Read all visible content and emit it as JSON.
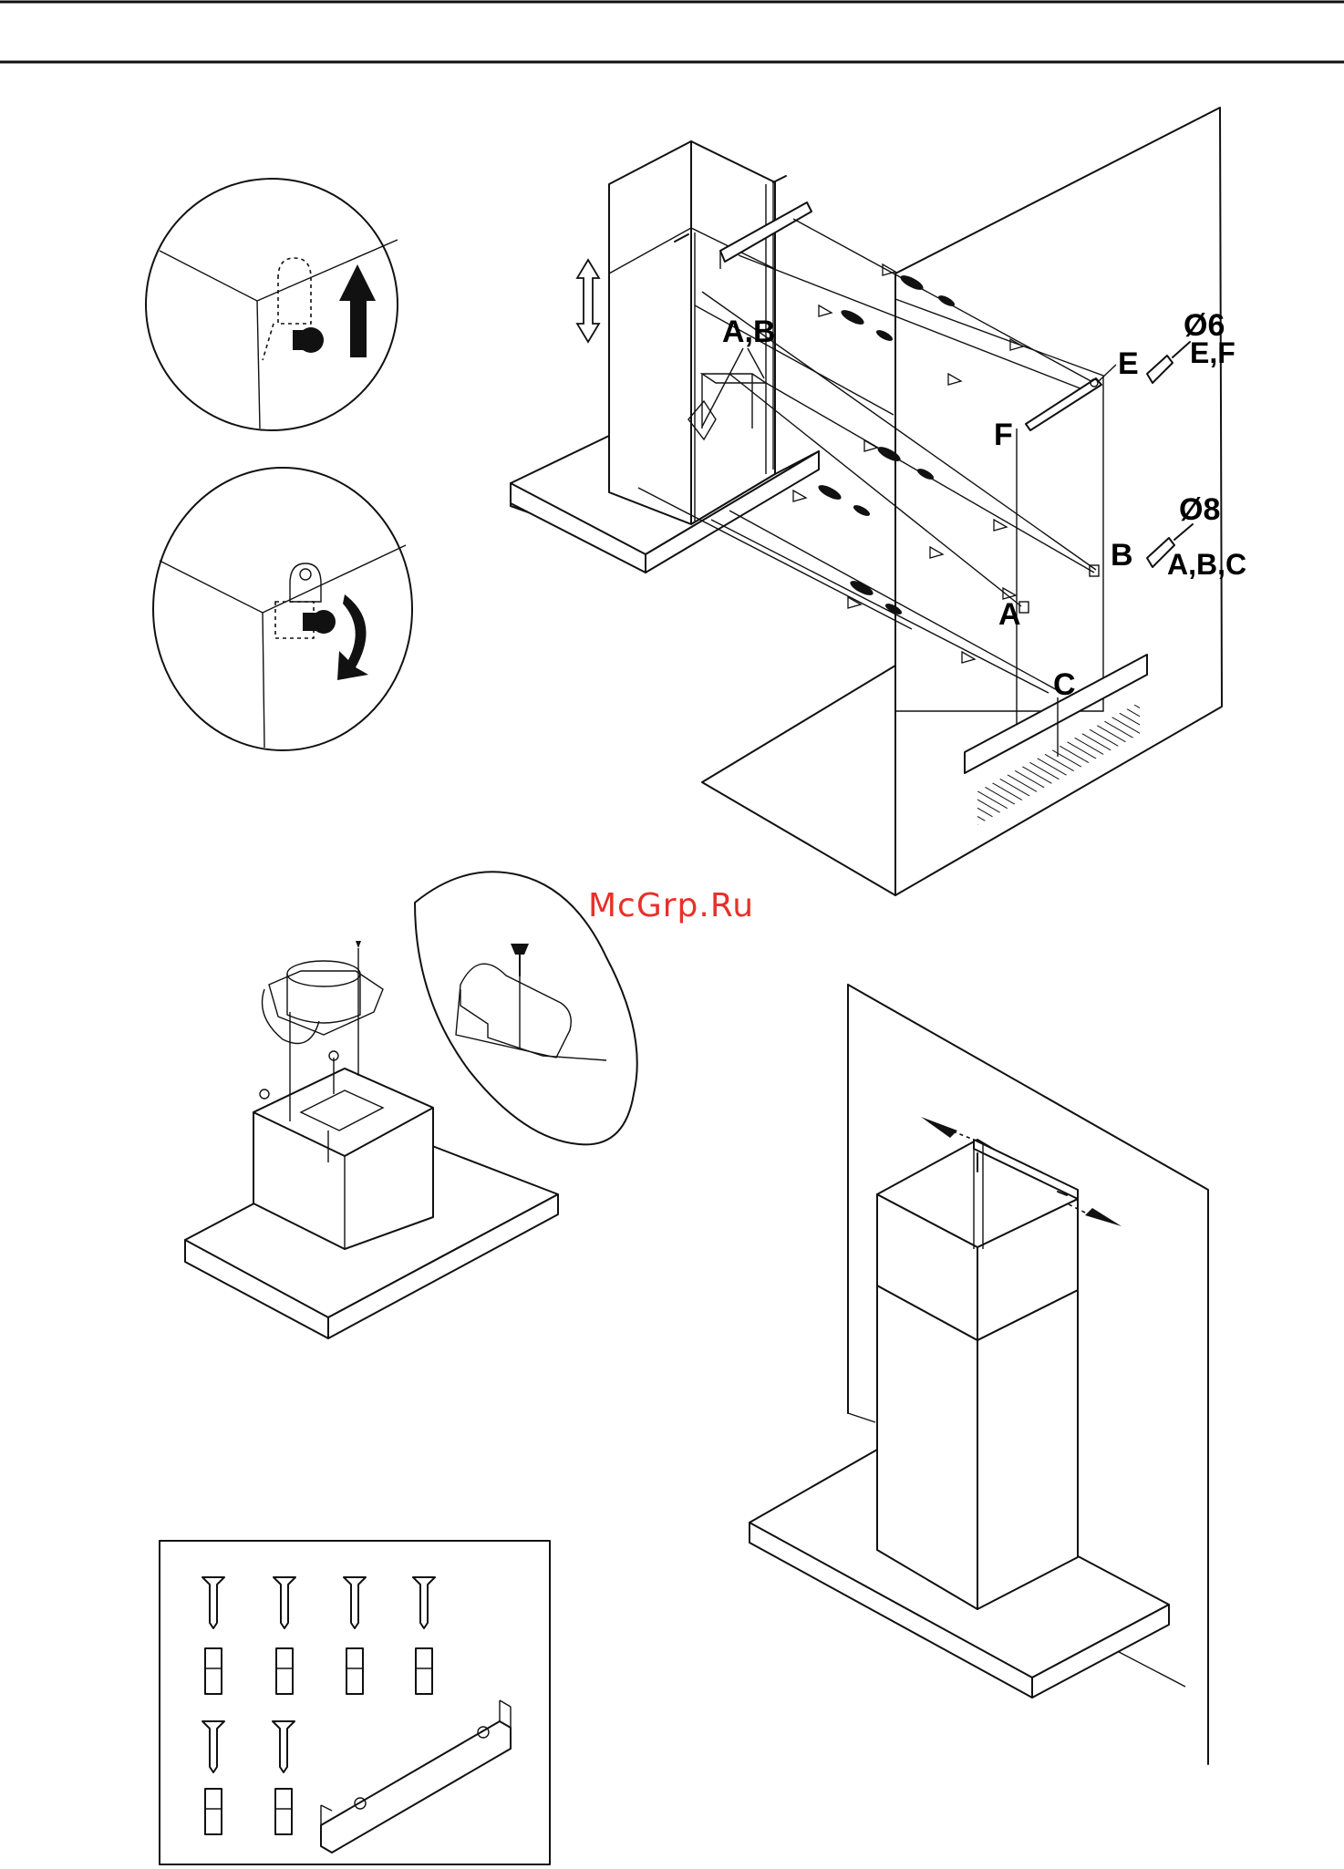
{
  "labels": {
    "ab_top": "A,B",
    "e": "E",
    "f": "F",
    "dia6": "Ø6",
    "ef": "E,F",
    "b": "B",
    "a": "A",
    "dia8": "Ø8",
    "abc": "A,B,C",
    "c": "C"
  },
  "watermark": "McGrp.Ru",
  "icons": [
    "arrow-up-icon",
    "rotate-arrow-icon",
    "screw-icon",
    "wall-plug-icon",
    "bracket-icon"
  ],
  "colors": {
    "line": "#111111",
    "watermark": "#e8302a",
    "background": "#ffffff"
  }
}
